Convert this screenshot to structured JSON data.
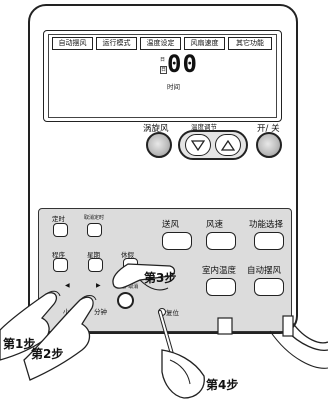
{
  "mode_labels": [
    "自动摆风",
    "运行模式",
    "温度设定",
    "风扇速度",
    "其它功能"
  ],
  "lcd": {
    "seg_top": "日",
    "seg_bottom": "日",
    "digits": "00",
    "time_label": "时间"
  },
  "top_buttons": {
    "left": "涡旋风",
    "temp": "温度调节",
    "power": "开/ 关"
  },
  "small_buttons": {
    "timer": "定时",
    "cancel_timer": "取消定时",
    "program": "程序",
    "week": "星期",
    "holiday": "休假",
    "hour": "小时",
    "minute": "分钟",
    "set_cancel": "设定/ 取消"
  },
  "right_buttons": {
    "supply_air": "送风",
    "fan_speed": "风速",
    "function_select": "功能选择",
    "room_temp": "室内温度",
    "auto_swing": "自动摆风"
  },
  "reset": "复位",
  "steps": [
    "第1步",
    "第2步",
    "第3步",
    "第4步"
  ]
}
